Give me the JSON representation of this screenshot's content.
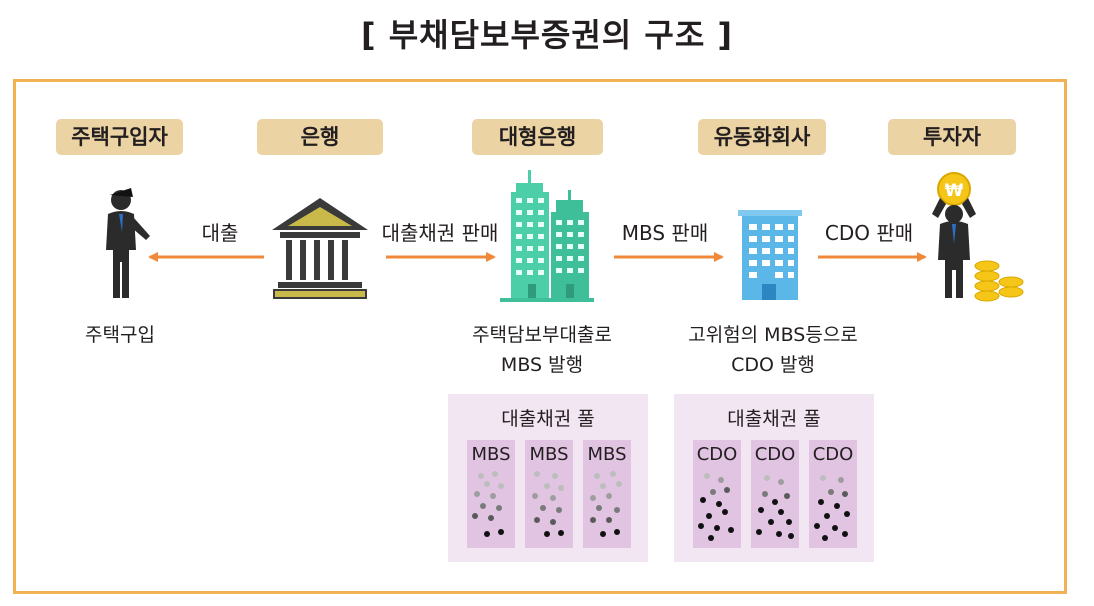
{
  "title": "[ 부채담보부증권의 구조 ]",
  "colors": {
    "frame": "#f0b255",
    "pill": "#ecd3a3",
    "arrow": "#f0883a",
    "pool": "#f3e6f3",
    "column": "#e1c4e1",
    "bank": "#c9b94a",
    "bank_dark": "#3a3a3a",
    "tower": "#4ccfa8",
    "office": "#5ab7e8",
    "coin": "#f5c518"
  },
  "actors": [
    {
      "label": "주택구입자",
      "icon": "person-icon"
    },
    {
      "label": "은행",
      "icon": "bank-icon"
    },
    {
      "label": "대형은행",
      "icon": "skyscraper-icon"
    },
    {
      "label": "유동화회사",
      "icon": "office-building-icon"
    },
    {
      "label": "투자자",
      "icon": "investor-with-coin-icon"
    }
  ],
  "flows": [
    {
      "label": "대출",
      "from": "은행",
      "to": "주택구입자"
    },
    {
      "label": "대출채권 판매",
      "from": "은행",
      "to": "대형은행"
    },
    {
      "label": "MBS 판매",
      "from": "대형은행",
      "to": "유동화회사"
    },
    {
      "label": "CDO 판매",
      "from": "유동화회사",
      "to": "투자자"
    }
  ],
  "captions": {
    "homebuyer": "주택구입",
    "bigbank_line1": "주택담보부대출로",
    "bigbank_line2": "MBS 발행",
    "spv_line1": "고위험의 MBS등으로",
    "spv_line2": "CDO 발행"
  },
  "pools": [
    {
      "title": "대출채권 풀",
      "columns": [
        "MBS",
        "MBS",
        "MBS"
      ]
    },
    {
      "title": "대출채권 풀",
      "columns": [
        "CDO",
        "CDO",
        "CDO"
      ]
    }
  ]
}
